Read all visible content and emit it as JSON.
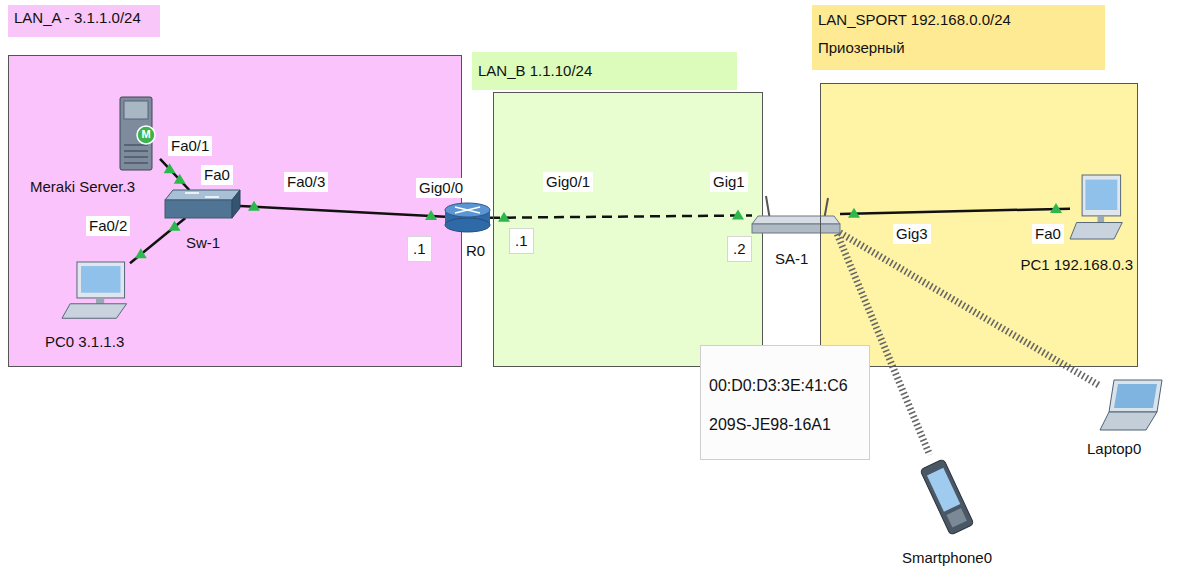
{
  "diagram": {
    "nodes": [
      {
        "text": [
          "LAN_A - 3.1.1.0/24"
        ]
      },
      {
        "text": [
          "Meraki Server.3"
        ],
        "in": 0
      },
      {
        "text": [
          "Sw-1"
        ],
        "in": 0
      },
      {
        "text": [
          "PC0 3.1.1.3"
        ],
        "in": 0
      },
      {
        "text": [
          "R0"
        ]
      },
      {
        "text": [
          "LAN_B 1.1.10/24"
        ]
      },
      {
        "text": [
          "SA-1"
        ]
      },
      {
        "text": [
          "LAN_SPORT 192.168.0.0/24",
          "Приозерный"
        ]
      },
      {
        "text": [
          "PC1 192.168.0.3"
        ],
        "in": 7
      },
      {
        "text": [
          "00:D0:D3:3E:41:C6",
          "209S-JE98-16A1"
        ]
      },
      {
        "text": [
          "Laptop0"
        ]
      },
      {
        "text": [
          "Smartphone0"
        ]
      }
    ],
    "edges": [
      {
        "from": 1,
        "to": 2,
        "arrow": "none"
      },
      {
        "from": 3,
        "to": 2,
        "arrow": "none"
      },
      {
        "from": 2,
        "to": 4,
        "arrow": "none"
      },
      {
        "from": 4,
        "to": 6,
        "arrow": "none"
      },
      {
        "from": 6,
        "to": 8,
        "arrow": "none"
      },
      {
        "from": 6,
        "to": 11,
        "arrow": "none"
      },
      {
        "from": 6,
        "to": 10,
        "arrow": "none"
      }
    ],
    "labels": [
      "M",
      "Fa0/1",
      "Fa0",
      "Fa0/3",
      "Fa0/2",
      "Gig0/0",
      "Gig0/1",
      "Gig1",
      ".1",
      ".1",
      ".2",
      "Gig3",
      "Fa0"
    ]
  }
}
